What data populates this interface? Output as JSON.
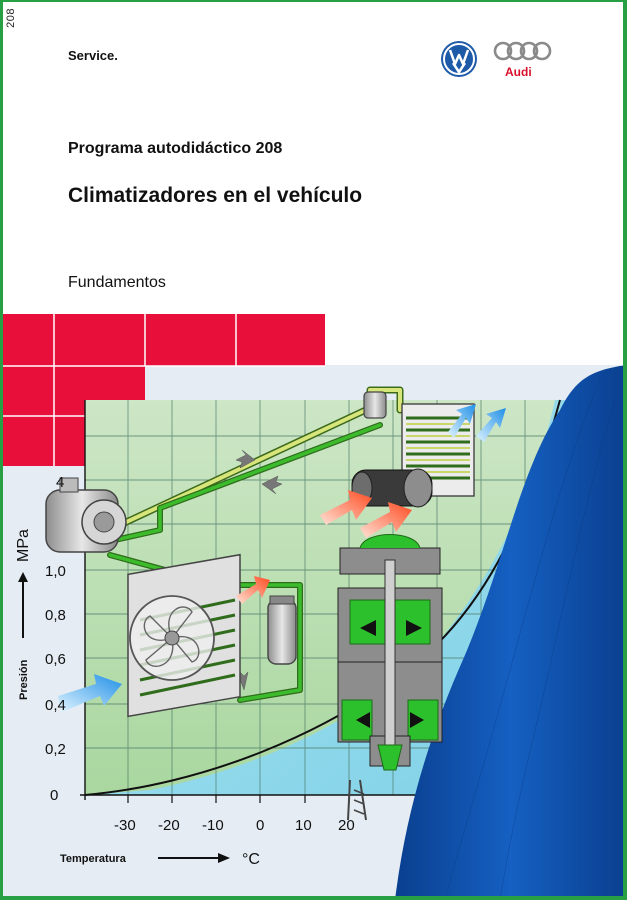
{
  "page_number": "208",
  "header": {
    "service_label": "Service."
  },
  "brand": {
    "vw_logo": "vw-logo",
    "audi_wordmark": "Audi",
    "accent": "#e8103a",
    "band_blue": "#0b4fa8"
  },
  "cover": {
    "series": "Programa autodidáctico 208",
    "title": "Climatizadores en el vehículo",
    "subtitle": "Fundamentos"
  },
  "chart": {
    "y_label": "Presión",
    "y_unit": "MPa",
    "x_label": "Temperatura",
    "x_unit": "°C",
    "y_ticks": [
      "0",
      "0,2",
      "0,4",
      "0,6",
      "0,8",
      "1,0",
      "4"
    ],
    "x_ticks": [
      "-30",
      "-20",
      "-10",
      "0",
      "10",
      "20"
    ]
  }
}
